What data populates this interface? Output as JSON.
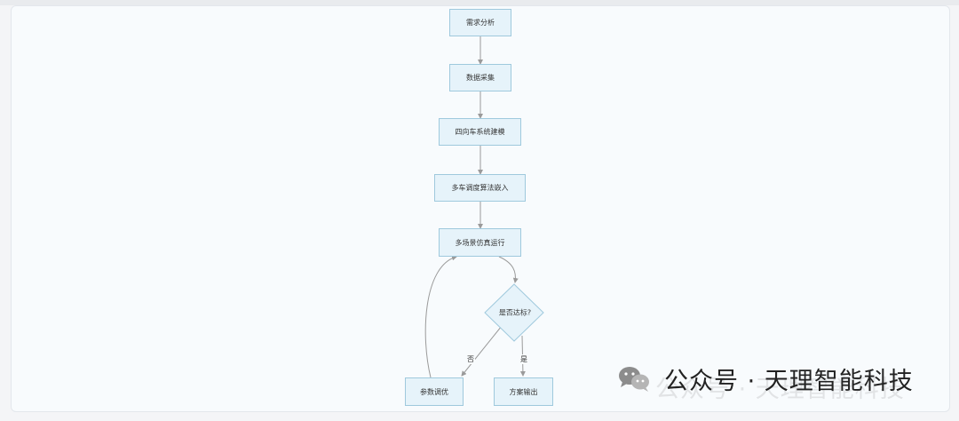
{
  "flowchart": {
    "nodes": {
      "req": "需求分析",
      "data": "数据采集",
      "model": "四向车系统建模",
      "algo": "多车调度算法嵌入",
      "sim": "多场景仿真运行",
      "check": "是否达标?",
      "tune": "参数调优",
      "output": "方案输出"
    },
    "edges": {
      "no": "否",
      "yes": "是"
    },
    "colors": {
      "node_fill": "#e6f3fa",
      "node_border": "#9fc9dd",
      "edge": "#9a9a9a"
    }
  },
  "watermark": {
    "icon": "wechat-icon",
    "text": "公众号 · 天理智能科技"
  }
}
